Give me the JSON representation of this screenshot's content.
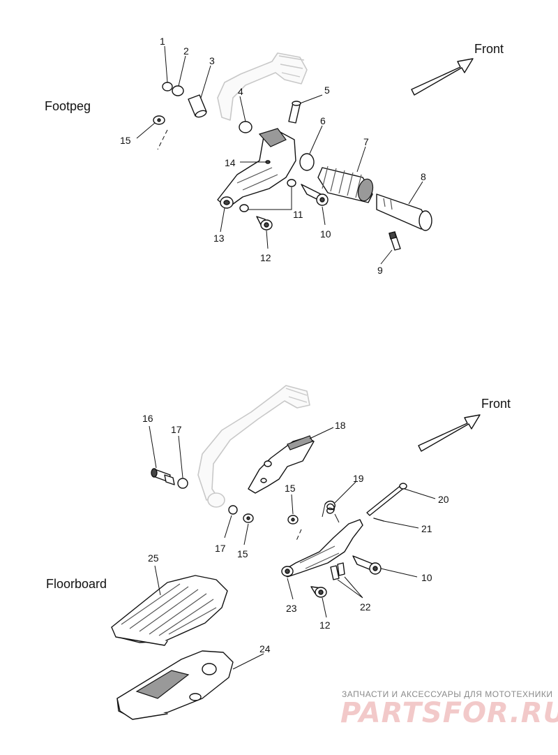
{
  "sections": {
    "footpeg": {
      "title": "Footpeg",
      "front_label": "Front"
    },
    "floorboard": {
      "title": "Floorboard",
      "front_label": "Front"
    }
  },
  "callouts": {
    "c1": "1",
    "c2": "2",
    "c3": "3",
    "c4": "4",
    "c5": "5",
    "c6": "6",
    "c7": "7",
    "c8": "8",
    "c9": "9",
    "c10a": "10",
    "c11": "11",
    "c12a": "12",
    "c13": "13",
    "c14": "14",
    "c15a": "15",
    "c16": "16",
    "c17a": "17",
    "c18": "18",
    "c19": "19",
    "c20": "20",
    "c21": "21",
    "c15b": "15",
    "c17b": "17",
    "c15c": "15",
    "c10b": "10",
    "c12b": "12",
    "c22": "22",
    "c23": "23",
    "c24": "24",
    "c25": "25"
  },
  "watermark": {
    "tagline": "ЗАПЧАСТИ И АКСЕССУАРЫ ДЛЯ МОТОТЕХНИКИ",
    "logo": "PARTSFOR.RU"
  }
}
